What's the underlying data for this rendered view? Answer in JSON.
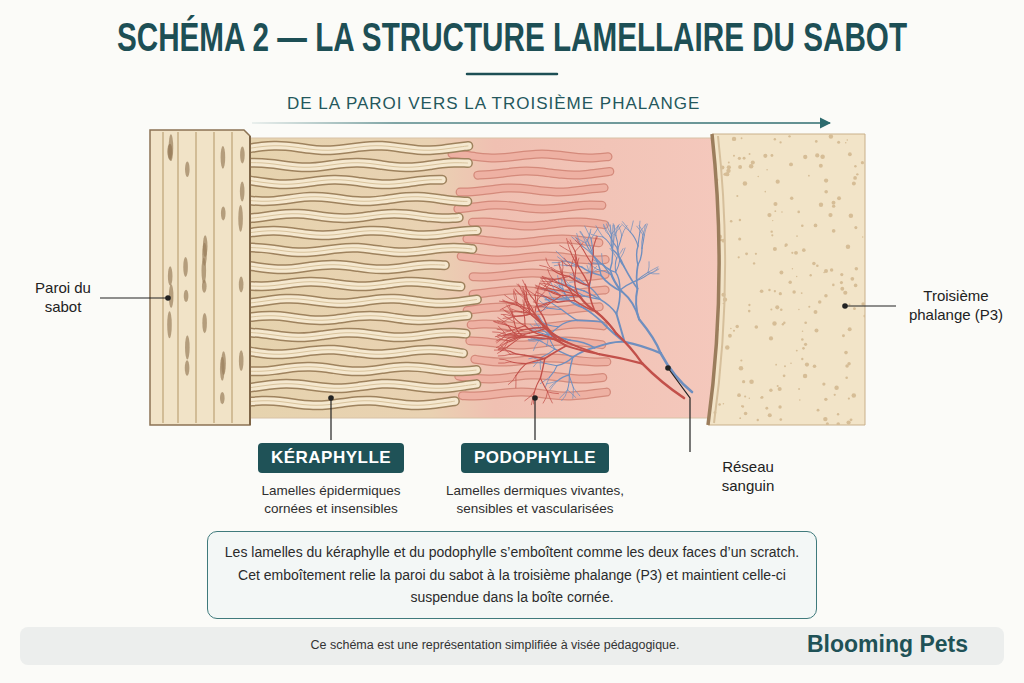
{
  "diagram": {
    "title": "SCHÉMA 2 — LA STRUCTURE LAMELLAIRE DU SABOT",
    "nodes": [
      {
        "text": [
          "KÉRAPHYLLE",
          "Lamelles épidermiques cornées et insensibles"
        ]
      },
      {
        "text": [
          "PODOPHYLLE",
          "Lamelles dermiques vivantes, sensibles et vascularisées"
        ]
      },
      {
        "text": [
          "Les lamelles du kéraphylle et du podophylle s’emboîtent comme les deux faces d’un scratch. Cet emboîtement relie la paroi du sabot à la troisième phalange (P3) et maintient celle-ci suspendue dans la boîte cornée."
        ]
      },
      {
        "text": [
          "Ce schéma est une représentation simplifiée à visée pédagogique.",
          "Blooming Pets"
        ]
      }
    ],
    "labels": [
      "DE LA PAROI VERS LA TROISIÈME PHALANGE",
      "Paroi du sabot",
      "Troisième phalange (P3)",
      "Réseau sanguin"
    ]
  }
}
